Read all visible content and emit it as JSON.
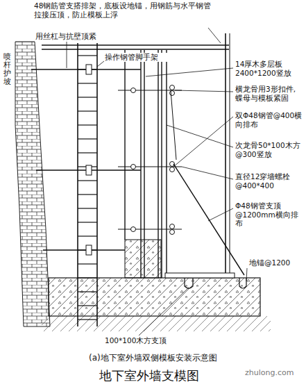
{
  "diagram": {
    "title": "地下室外墙支模图",
    "caption": "(a)地下室外墙双侧模板安装示意图",
    "labels": [
      "48钢筋管支搭排架，底板设地锚，用钢筋与水平钢管拉接压顶，防止模板上浮",
      "用丝杠与抗壁顶紧",
      "操作钢管脚手架",
      "14厚木多层板2400*1200竖放",
      "横龙骨用3形扣件,蝶母与模板紧固",
      "双Φ48钢管@400横向排布",
      "次龙骨50*100木方@300竖放",
      "直径12穿墙螺栓@400*400",
      "Φ48钢管支顶@1200mm横向排布",
      "地锚@1200",
      "100*100木方支顶",
      "喷杆护坡",
      "zhulong.com"
    ]
  }
}
